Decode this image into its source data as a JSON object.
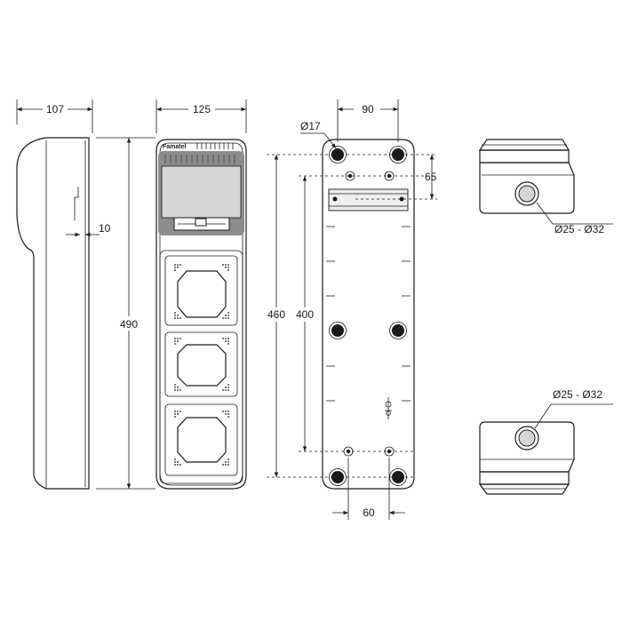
{
  "dimensions": {
    "side_depth": "107",
    "front_width": "125",
    "rail_offset": "10",
    "height_total": "490",
    "back_width": "90",
    "hole_diameter": "Ø17",
    "back_offset": "65",
    "back_height_outer": "460",
    "back_height_inner": "400",
    "bottom_spacing": "60",
    "knockout_top": "Ø25 - Ø32",
    "knockout_bottom": "Ø25 - Ø32"
  },
  "front_view": {
    "brand": "Famatel"
  },
  "colors": {
    "stroke": "#1a1a1a",
    "panel_grey": "#8d8d8d",
    "window_grey": "#d6d6d6"
  }
}
